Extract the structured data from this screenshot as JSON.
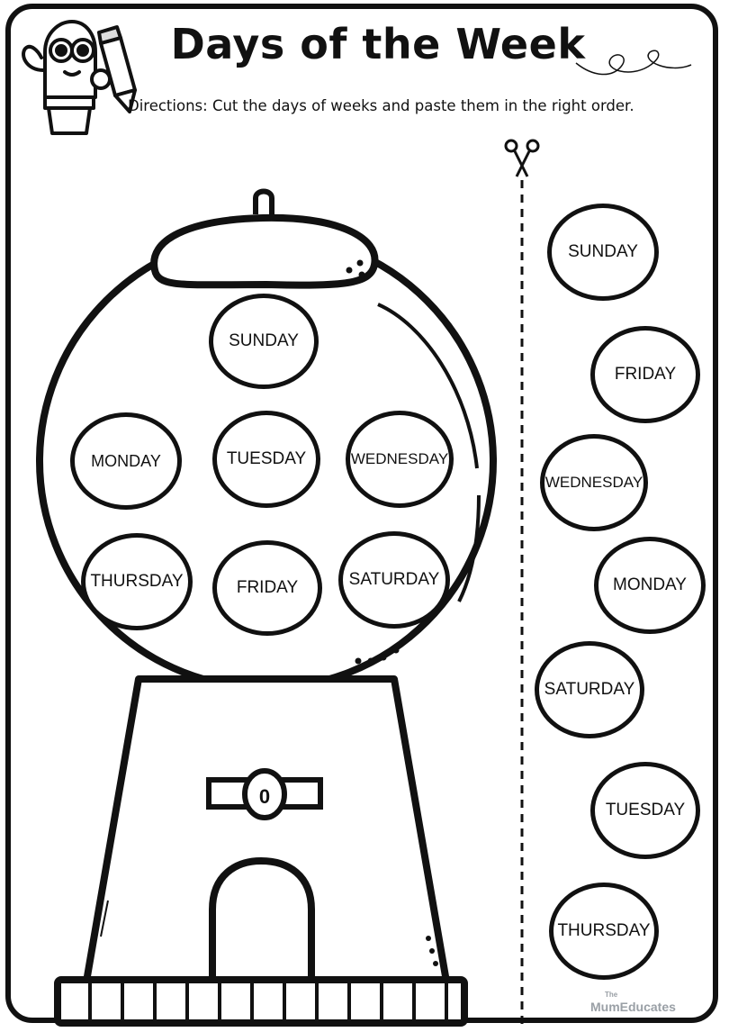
{
  "title": "Days of the Week",
  "directions": "Directions: Cut the days of weeks and paste them in the right order.",
  "machine_slots": [
    "SUNDAY",
    "MONDAY",
    "TUESDAY",
    "WEDNESDAY",
    "THURSDAY",
    "FRIDAY",
    "SATURDAY"
  ],
  "cutout_days": [
    "SUNDAY",
    "FRIDAY",
    "WEDNESDAY",
    "MONDAY",
    "SATURDAY",
    "TUESDAY",
    "THURSDAY"
  ],
  "coin_slot_label": "0",
  "brand": {
    "top": "The",
    "name": "MumEducates"
  },
  "colors": {
    "ink": "#111111",
    "brand": "#9aa0a6"
  }
}
